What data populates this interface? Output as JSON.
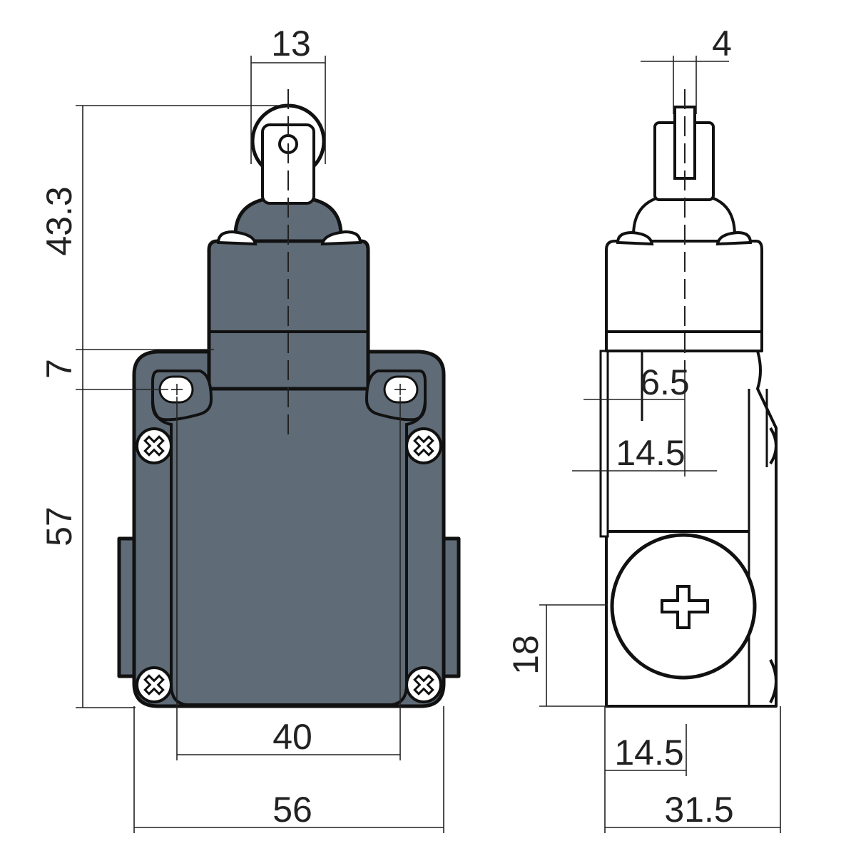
{
  "drawing": {
    "units": "mm",
    "dimensions": {
      "roller_width": "13",
      "head_height": "43.3",
      "flange_offset": "7",
      "mounting_height": "57",
      "hole_spacing": "40",
      "body_width": "56",
      "lever_thickness": "4",
      "side_offset_1": "6.5",
      "side_offset_2": "14.5",
      "base_height": "18",
      "base_offset": "14.5",
      "body_depth": "31.5"
    },
    "colors": {
      "housing": "#5f6b77",
      "line": "#111111",
      "background": "#ffffff"
    },
    "icons": {
      "mounting_screw": "phillips-screw-icon",
      "adjust_screw": "phillips-cross-icon"
    }
  }
}
